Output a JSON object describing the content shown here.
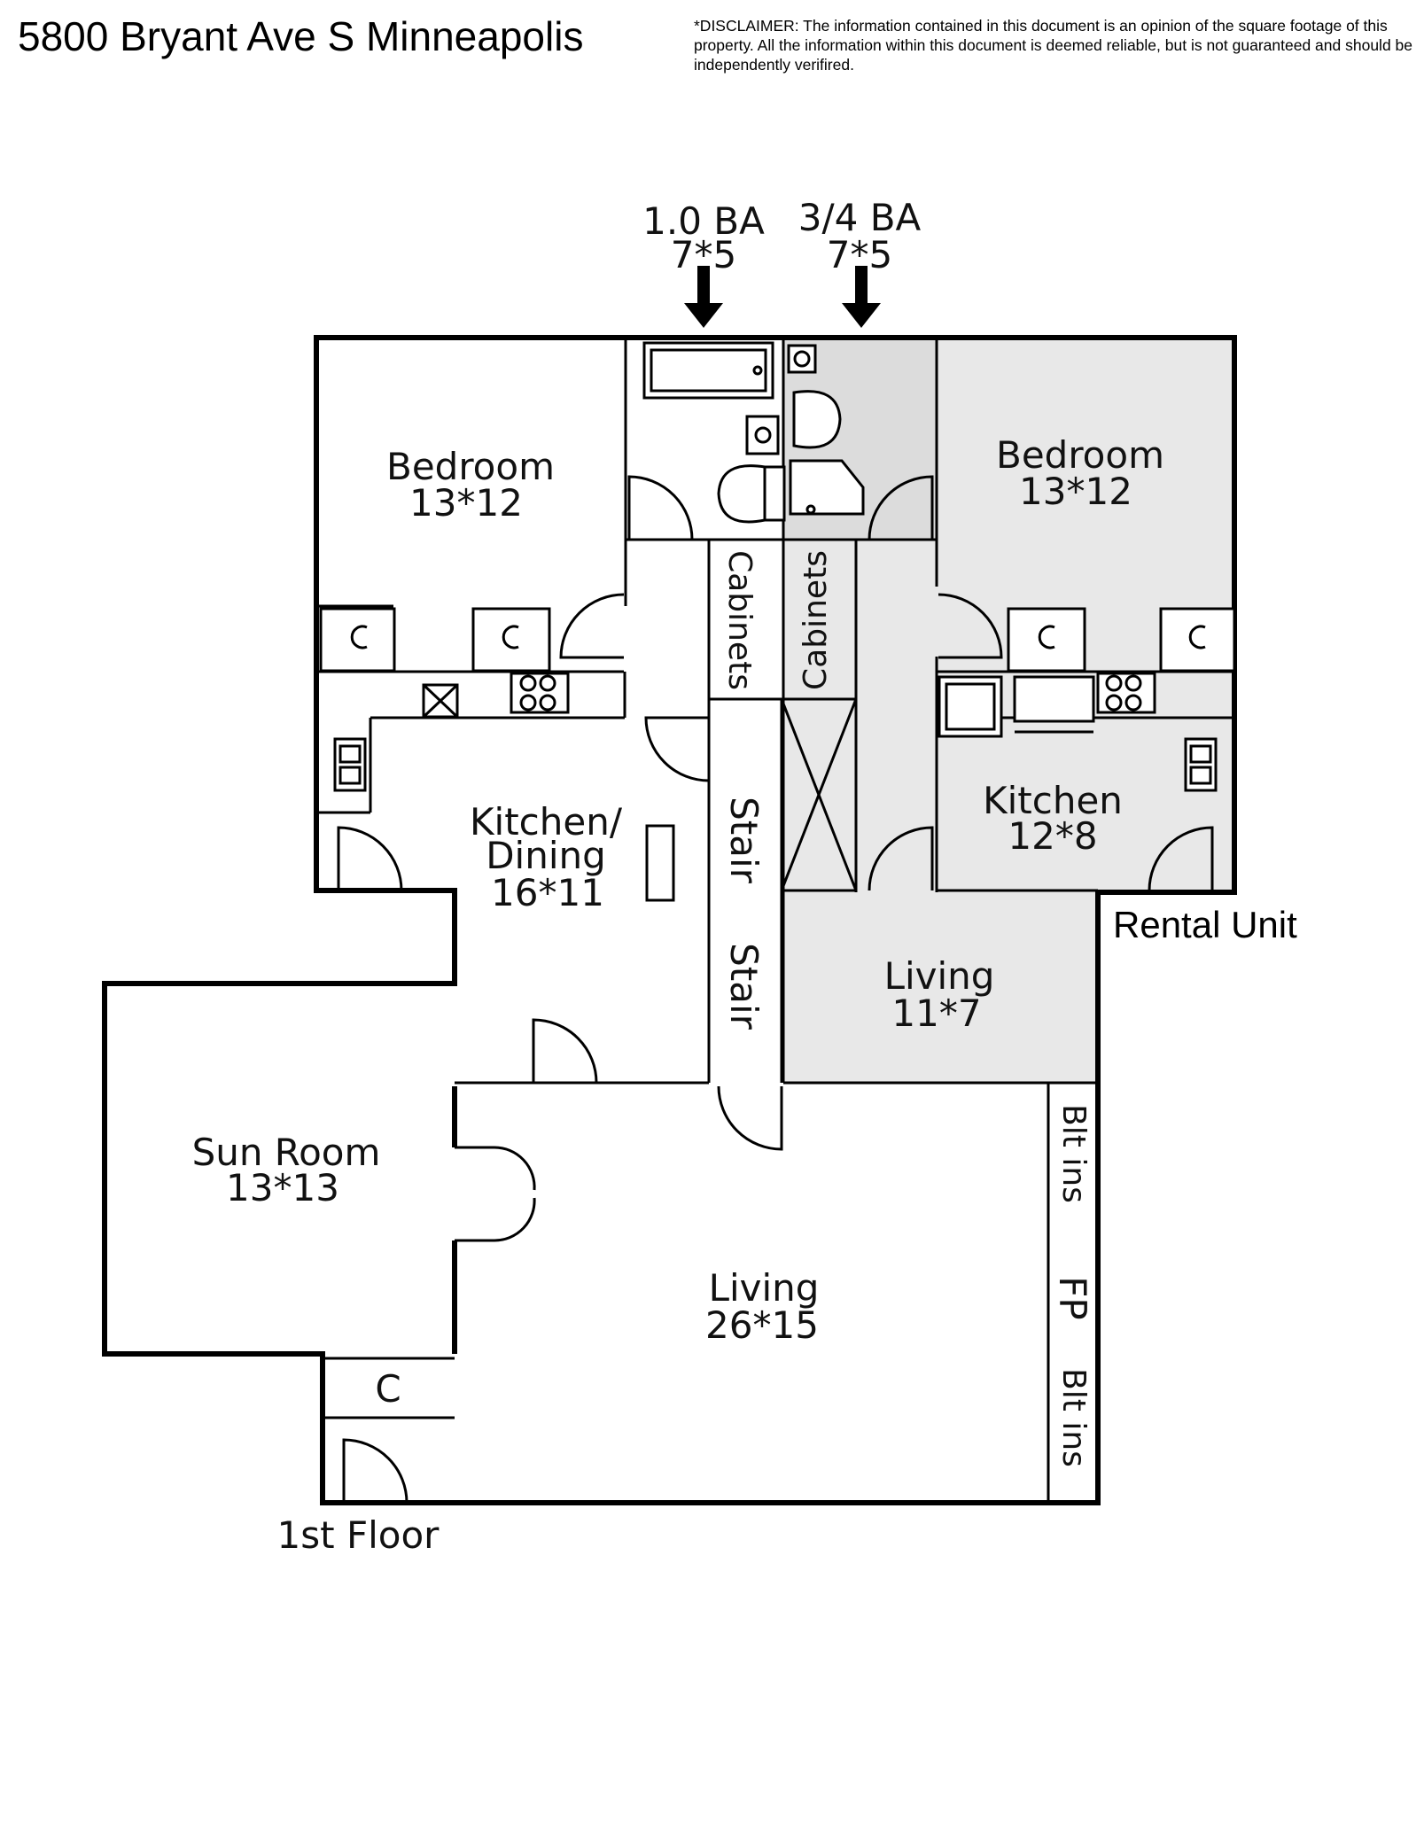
{
  "header": {
    "title": "5800 Bryant Ave S Minneapolis",
    "disclaimer": "*DISCLAIMER: The information contained in this document is an opinion of the square footage of this property. All the information within this document is deemed reliable, but is not guaranteed and should be independently verifired."
  },
  "rooms": {
    "bath1_name": "1.0 BA",
    "bath1_size": "7*5",
    "bath2_name": "3/4 BA",
    "bath2_size": "7*5",
    "bedroom_left_name": "Bedroom",
    "bedroom_left_size": "13*12",
    "bedroom_right_name": "Bedroom",
    "bedroom_right_size": "13*12",
    "cabinets_left": "Cabinets",
    "cabinets_right": "Cabinets",
    "kitchen_dining_line1": "Kitchen/",
    "kitchen_dining_line2": "Dining",
    "kitchen_dining_size": "16*11",
    "stair_upper": "Stair",
    "stair_lower": "Stair",
    "kitchen_right_name": "Kitchen",
    "kitchen_right_size": "12*8",
    "living_small_name": "Living",
    "living_small_size": "11*7",
    "sunroom_name": "Sun Room",
    "sunroom_size": "13*13",
    "living_main_name": "Living",
    "living_main_size": "26*15",
    "closet": "C",
    "built_ins_upper": "Blt ins",
    "fireplace": "FP",
    "built_ins_lower": "Blt ins"
  },
  "labels": {
    "rental_unit": "Rental Unit",
    "floor": "1st Floor"
  },
  "colors": {
    "rental_fill": "#e8e8e8",
    "wall": "#000000"
  }
}
